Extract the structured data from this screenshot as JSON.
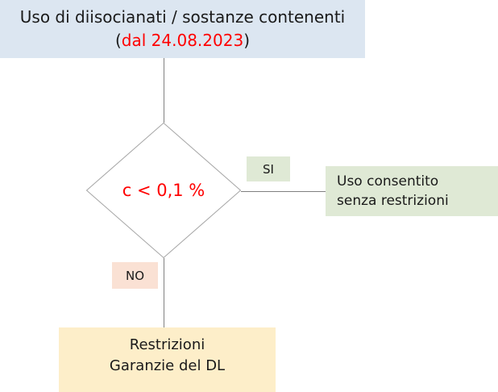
{
  "diagram": {
    "type": "flowchart",
    "language": "it",
    "start_node": {
      "line1": "Uso di diisocianati / sostanze contenenti",
      "line2_prefix": "(",
      "line2_highlight": "dal 24.08.2023",
      "line2_suffix": ")",
      "background": "#dce6f1",
      "highlight_color": "#ff0000"
    },
    "decision_node": {
      "label": "c < 0,1 %",
      "text_color": "#ff0000",
      "fill": "#ffffff",
      "stroke": "#a6a6a6"
    },
    "edges": [
      {
        "from": "start_node",
        "to": "decision_node",
        "label": ""
      },
      {
        "from": "decision_node",
        "to": "outcome_yes",
        "label": "SI",
        "label_background": "#dfe9d5"
      },
      {
        "from": "decision_node",
        "to": "outcome_no",
        "label": "NO",
        "label_background": "#fae1d4"
      }
    ],
    "edge_labels": {
      "yes": "SI",
      "no": "NO"
    },
    "outcome_yes": {
      "line1": "Uso consentito",
      "line2": "senza restrizioni",
      "background": "#dfe9d5"
    },
    "outcome_no": {
      "line1": "Restrizioni",
      "line2": "Garanzie del DL",
      "background": "#fdeec9"
    },
    "connector_color": "#808080"
  }
}
